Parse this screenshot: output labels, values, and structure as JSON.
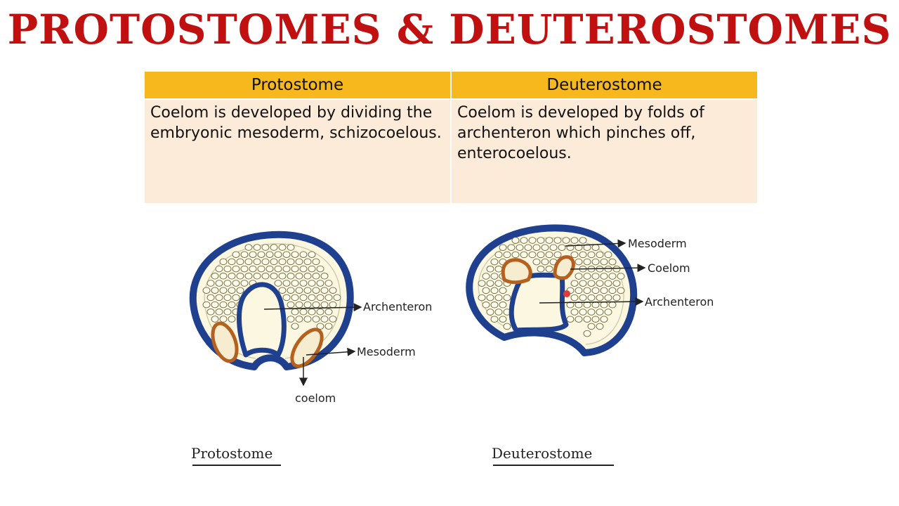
{
  "title": "PROTOSTOMES & DEUTEROSTOMES",
  "table": {
    "headers": [
      "Protostome",
      "Deuterostome"
    ],
    "row": [
      "Coelom is developed by dividing the embryonic mesoderm, schizocoelous.",
      "Coelom is developed by folds of archenteron which pinches off, enterocoelous."
    ]
  },
  "protostome_diagram": {
    "labels": {
      "archenteron": "Archenteron",
      "mesoderm": "Mesoderm",
      "coelom": "coelom"
    },
    "caption": "Protostome"
  },
  "deuterostome_diagram": {
    "labels": {
      "mesoderm": "Mesoderm",
      "coelom": "Coelom",
      "archenteron": "Archenteron"
    },
    "caption": "Deuterostome"
  },
  "colors": {
    "title": "#c01010",
    "header_bg": "#f6b81c",
    "body_bg": "#fdebd9",
    "ectoderm": "#1f3f8f",
    "mesoderm_coelom": "#b5601e",
    "embryo_fill": "#fbf7e0"
  }
}
